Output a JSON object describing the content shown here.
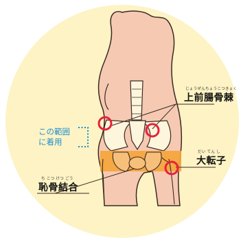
{
  "colors": {
    "background_circle": "#fdf3c4",
    "skin": "#f6c9b3",
    "outline": "#3a2a22",
    "band": "#f4a53a",
    "bone": "#fdf6dc",
    "marker": "#e8213a",
    "accent_text": "#1e8fcf"
  },
  "labels": {
    "asis": {
      "ruby": "じょうぜんちょうこつきょく",
      "text": "上前腸骨棘"
    },
    "trochanter": {
      "ruby": "だい てん し",
      "text": "大転子"
    },
    "symphysis": {
      "ruby": "ち こつ けつ ごう",
      "text": "恥骨結合"
    }
  },
  "wear_note": {
    "line1": "この範囲",
    "line2": "に着用"
  }
}
